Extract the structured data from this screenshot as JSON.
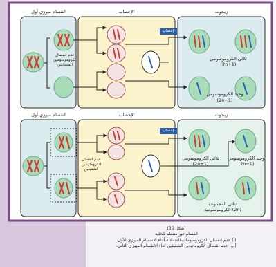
{
  "colors": {
    "frame": "#7b4a86",
    "panel_fill": "#dcebee",
    "fertilization_fill": "#fbf3cc",
    "zygote_fill": "#e5f3ec",
    "cell_fill": "#a9dcb9",
    "cell_edge": "#6fa98a",
    "chrom_red": "#d13a34",
    "chrom_blue": "#2a5fb8",
    "label_box": "#2f5fa6",
    "strip": "#d8c8dd"
  },
  "diagram_a": {
    "meiosis1_label": "انقسام ميوزي أول",
    "fertilization_label": "الإخصاب",
    "zygote_label": "زيجوت",
    "box_label": "إخصاب",
    "nondisjunction_label_1": "عدم انفصال",
    "nondisjunction_label_2": "الكروموسومين",
    "nondisjunction_label_3": "المتماثلين",
    "trisomic_label": "ثلاثي الكروموسومي",
    "trisomic_formula": "(2n+1)",
    "monosomic_label": "وحيد الكروموسومي",
    "monosomic_formula": "(2n−1)"
  },
  "diagram_b": {
    "meiosis1_label": "انقسام ميوزي أول",
    "fertilization_label": "الإخصاب",
    "zygote_label": "زيجوت",
    "box_label": "إخصاب",
    "nondisjunction_label_1": "عدم انفصال",
    "nondisjunction_label_2": "الكروماتيدين",
    "nondisjunction_label_3": "الشقيقين",
    "trisomic_label": "ثلاثي الكروموسومي",
    "trisomic_formula": "(2n+1)",
    "monosomic_label": "وحيد الكروموسومي",
    "monosomic_formula": "(2n−1)",
    "normal_label_1": "ثنائي المجموعة",
    "normal_label_2": "الكروموسومية (2n)"
  },
  "caption": {
    "title": "(شكل 36)",
    "line1": "انقسام غير منتظم للخلية",
    "line2": "(أ) عدم انفصال الكروموسومات المتماثلة أثناء الانقسام الميوزي الأول.",
    "line3": "(ب) عدم انفصال الكروماتيدين الشقيقين أثناء الانقسام الميوزي الثاني."
  }
}
